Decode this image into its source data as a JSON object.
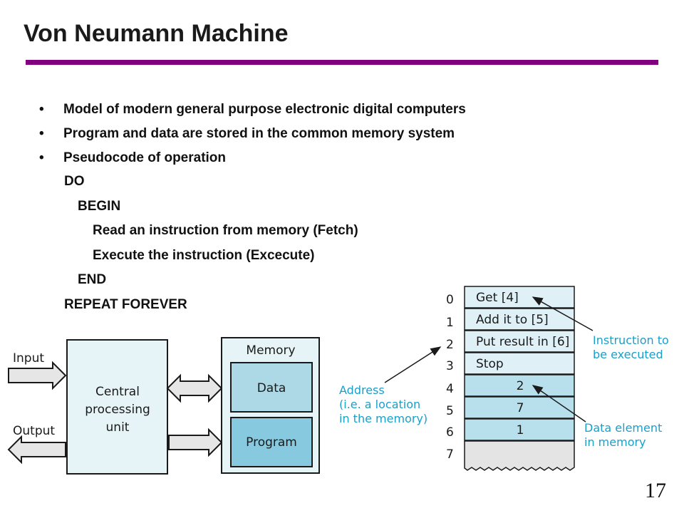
{
  "slide": {
    "title": "Von Neumann Machine",
    "page_number": "17",
    "accent_color": "#800080"
  },
  "bullets": [
    "Model of modern general purpose electronic digital computers",
    "Program and data are stored in the common memory system",
    "Pseudocode of operation"
  ],
  "pseudocode": [
    "DO",
    "BEGIN",
    "Read an instruction from memory (Fetch)",
    "Execute the instruction (Excecute)",
    "END",
    "REPEAT FOREVER"
  ],
  "architecture_diagram": {
    "input_label": "Input",
    "output_label": "Output",
    "cpu_label_lines": [
      "Central",
      "processing",
      "unit"
    ],
    "memory_label": "Memory",
    "data_label": "Data",
    "program_label": "Program",
    "box_fill": "#e6f3f7",
    "inner_fill": "#add8e6",
    "program_fill": "#87cadf",
    "stroke": "#1a1a1a"
  },
  "memory_diagram": {
    "addresses": [
      "0",
      "1",
      "2",
      "3",
      "4",
      "5",
      "6",
      "7"
    ],
    "cells": [
      "Get [4]",
      "Add it to [5]",
      "Put result in [6]",
      "Stop",
      "2",
      "7",
      "1",
      ""
    ],
    "annotation_instruction_lines": [
      "Instruction to",
      "be executed"
    ],
    "annotation_address_lines": [
      "Address",
      "(i.e. a location",
      "in the memory)"
    ],
    "annotation_data_lines": [
      "Data element",
      "in memory"
    ],
    "annotation_color": "#1a9fc9",
    "instruction_fill": "#dff0f6",
    "data_fill": "#b8e0ec",
    "empty_fill": "#e4e4e4"
  }
}
